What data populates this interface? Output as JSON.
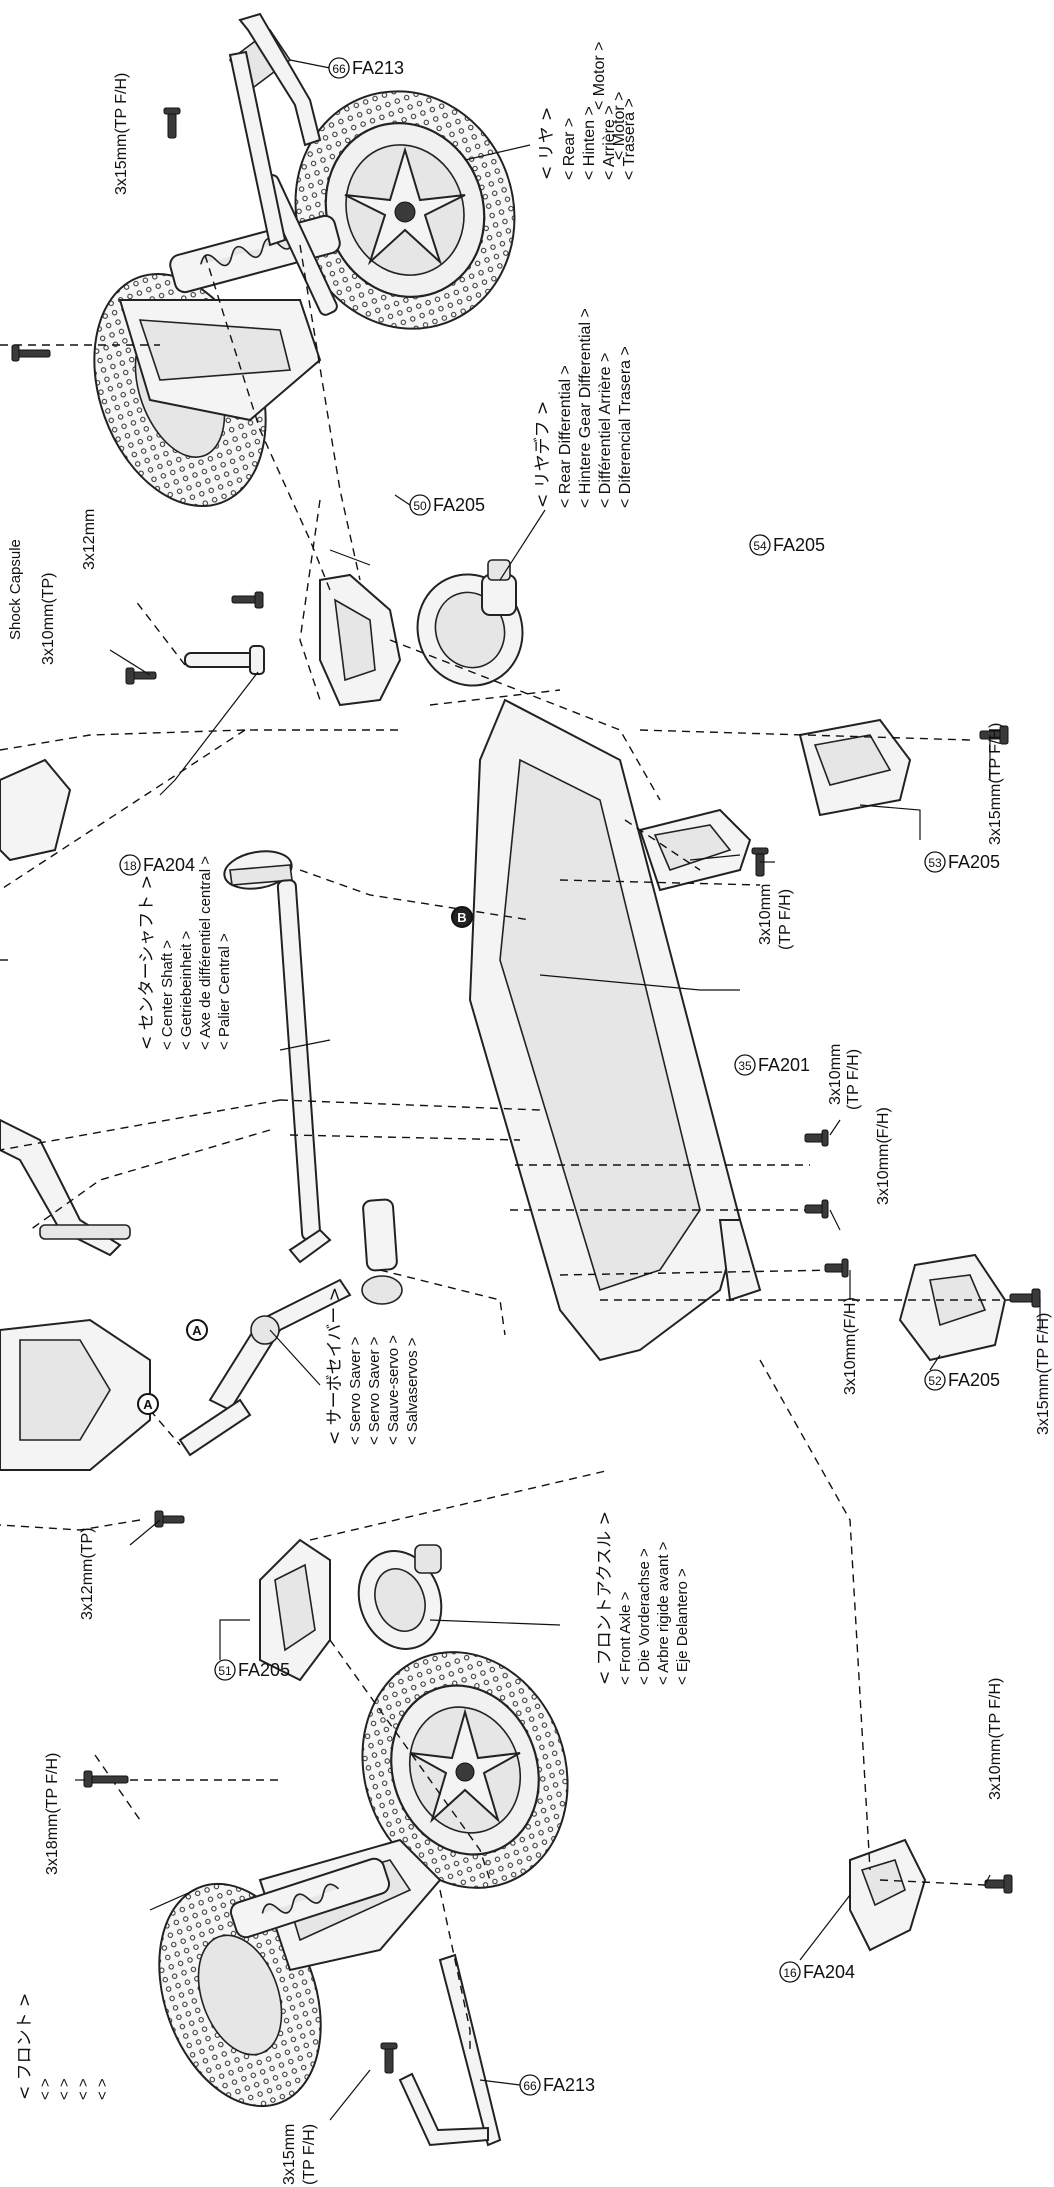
{
  "labels": {
    "motor_top": "< Motor >",
    "motor_top2": "< Motor >",
    "rear_jp": "< リヤ >",
    "rear_en": "< Rear >",
    "rear_de": "< Hinten >",
    "rear_fr": "< Arrière >",
    "rear_es": "< Trasera >",
    "rdiff_jp": "< リヤデフ >",
    "rdiff_en": "< Rear Differential >",
    "rdiff_de": "< Hintere Gear Differential >",
    "rdiff_fr": "< Différentiel Arrière >",
    "rdiff_es": "< Diferencial Trasera >",
    "cshaft_jp": "< センターシャフト >",
    "cshaft_en": "< Center Shaft >",
    "cshaft_de": "< Getriebeinheit >",
    "cshaft_fr": "< Axe de différentiel central >",
    "cshaft_es": "< Palier Central >",
    "servo_jp": "< サーボセイバー >",
    "servo_en": "< Servo Saver >",
    "servo_de": "< Servo Saver >",
    "servo_fr": "< Sauve-servo >",
    "servo_es": "< Salvaservos >",
    "faxle_jp": "< フロントアクスル >",
    "faxle_en": "< Front Axle >",
    "faxle_de": "< Die Vorderachse >",
    "faxle_fr": "< Arbre rigide avant >",
    "faxle_es": "< Eje Delantero >",
    "front_jp": "< フロント >",
    "front_2": "< >",
    "front_3": "< >",
    "front_4": "< >",
    "front_5": "< >",
    "shock_partial": "Shock Capsule"
  },
  "screws": {
    "s1": "3x15mm(TP F/H)",
    "s2": "3x12mm",
    "s3": "3x10mm(TP)",
    "s4": "3x10mm",
    "s4b": "(TP F/H)",
    "s5": "3x10mm",
    "s5b": "(TP F/H)",
    "s6": "3x10mm(F/H)",
    "s7": "3x15mm(TP F/H)",
    "s8": "3x10mm(F/H)",
    "s9": "3x15mm(TP F/H)",
    "s10": "3x12mm(TP)",
    "s11": "3x18mm(TP F/H)",
    "s12": "3x10mm(TP F/H)",
    "s13": "3x15mm",
    "s13b": "(TP F/H)"
  },
  "parts": {
    "p66a_num": "66",
    "p66a_code": "FA213",
    "p50_num": "50",
    "p50_code": "FA205",
    "p18_num": "18",
    "p18_code": "FA204",
    "p54_num": "54",
    "p54_code": "FA205",
    "p53_num": "53",
    "p53_code": "FA205",
    "p35_num": "35",
    "p35_code": "FA201",
    "p52_num": "52",
    "p52_code": "FA205",
    "p51_num": "51",
    "p51_code": "FA205",
    "p16_num": "16",
    "p16_code": "FA204",
    "p66b_num": "66",
    "p66b_code": "FA213"
  },
  "markers": {
    "a1": "A",
    "a2": "A",
    "b1": "B"
  }
}
